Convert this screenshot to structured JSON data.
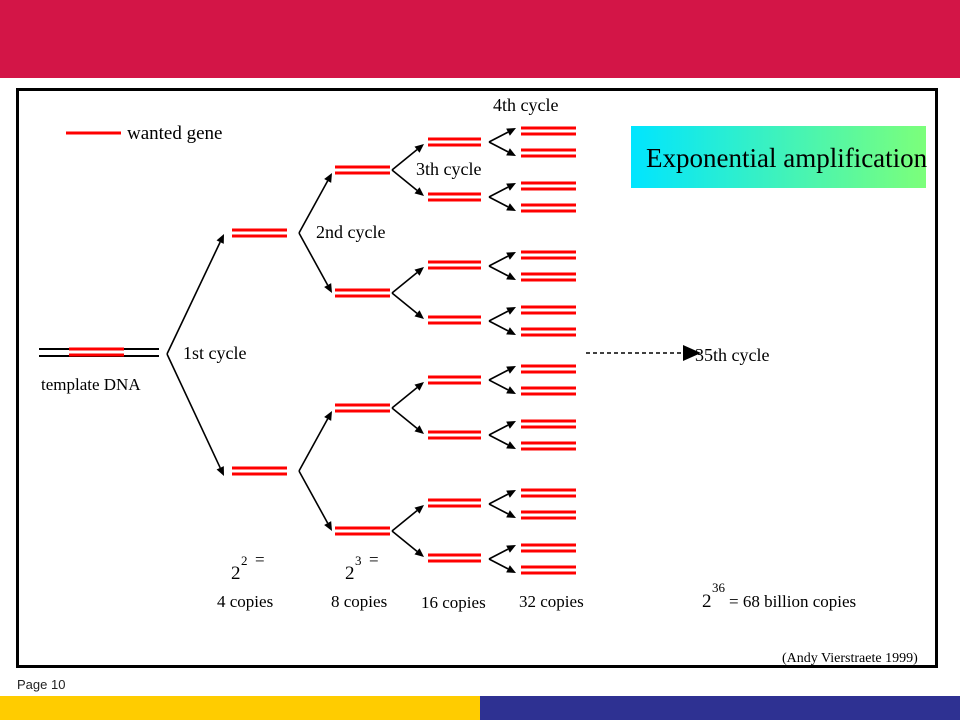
{
  "colors": {
    "top_bar": "#D31547",
    "bottom_left": "#FFCC00",
    "bottom_right": "#2E3192",
    "gene": "#FF0000",
    "title_box_start": "#00E5FF",
    "title_box_end": "#7CFF7A"
  },
  "slide": {
    "page_label": "Page 10"
  },
  "figure": {
    "legend_label": "wanted gene",
    "title": "Exponential amplification",
    "template_label": "template DNA",
    "cycles": {
      "c1": "1st cycle",
      "c2": "2nd cycle",
      "c3": "3th cycle",
      "c4": "4th cycle",
      "c35": "35th cycle"
    },
    "counts": {
      "c4": {
        "base": "2",
        "exp": "2",
        "eq": "=",
        "label": "4 copies"
      },
      "c8": {
        "base": "2",
        "exp": "3",
        "eq": "=",
        "label": "8 copies"
      },
      "c16": {
        "label": "16 copies"
      },
      "c32": {
        "label": "32 copies"
      },
      "final": {
        "base": "2",
        "exp": "36",
        "text": "= 68 billion copies"
      }
    },
    "credit": "(Andy Vierstraete 1999)"
  }
}
